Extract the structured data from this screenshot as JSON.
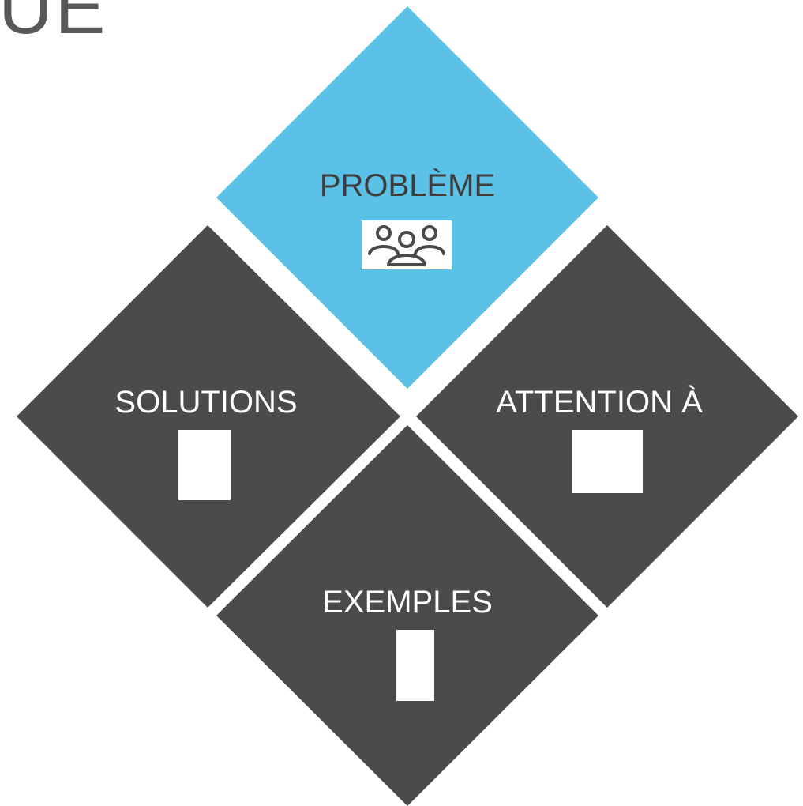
{
  "partial_title": "UE",
  "colors": {
    "highlight_tile": "#5bc1e7",
    "dark_tile": "#4c4b4a",
    "dark_label": "#ffffff",
    "highlight_label": "#3d3d3d",
    "icon": "#4a4a4a"
  },
  "tiles": {
    "probleme": {
      "label": "PROBLÈME",
      "icon": "people-group-icon"
    },
    "solutions": {
      "label": "SOLUTIONS",
      "icon": "blank-image-placeholder"
    },
    "attention": {
      "label": "ATTENTION À",
      "icon": "blank-image-placeholder"
    },
    "exemples": {
      "label": "EXEMPLES",
      "icon": "blank-image-placeholder"
    }
  }
}
